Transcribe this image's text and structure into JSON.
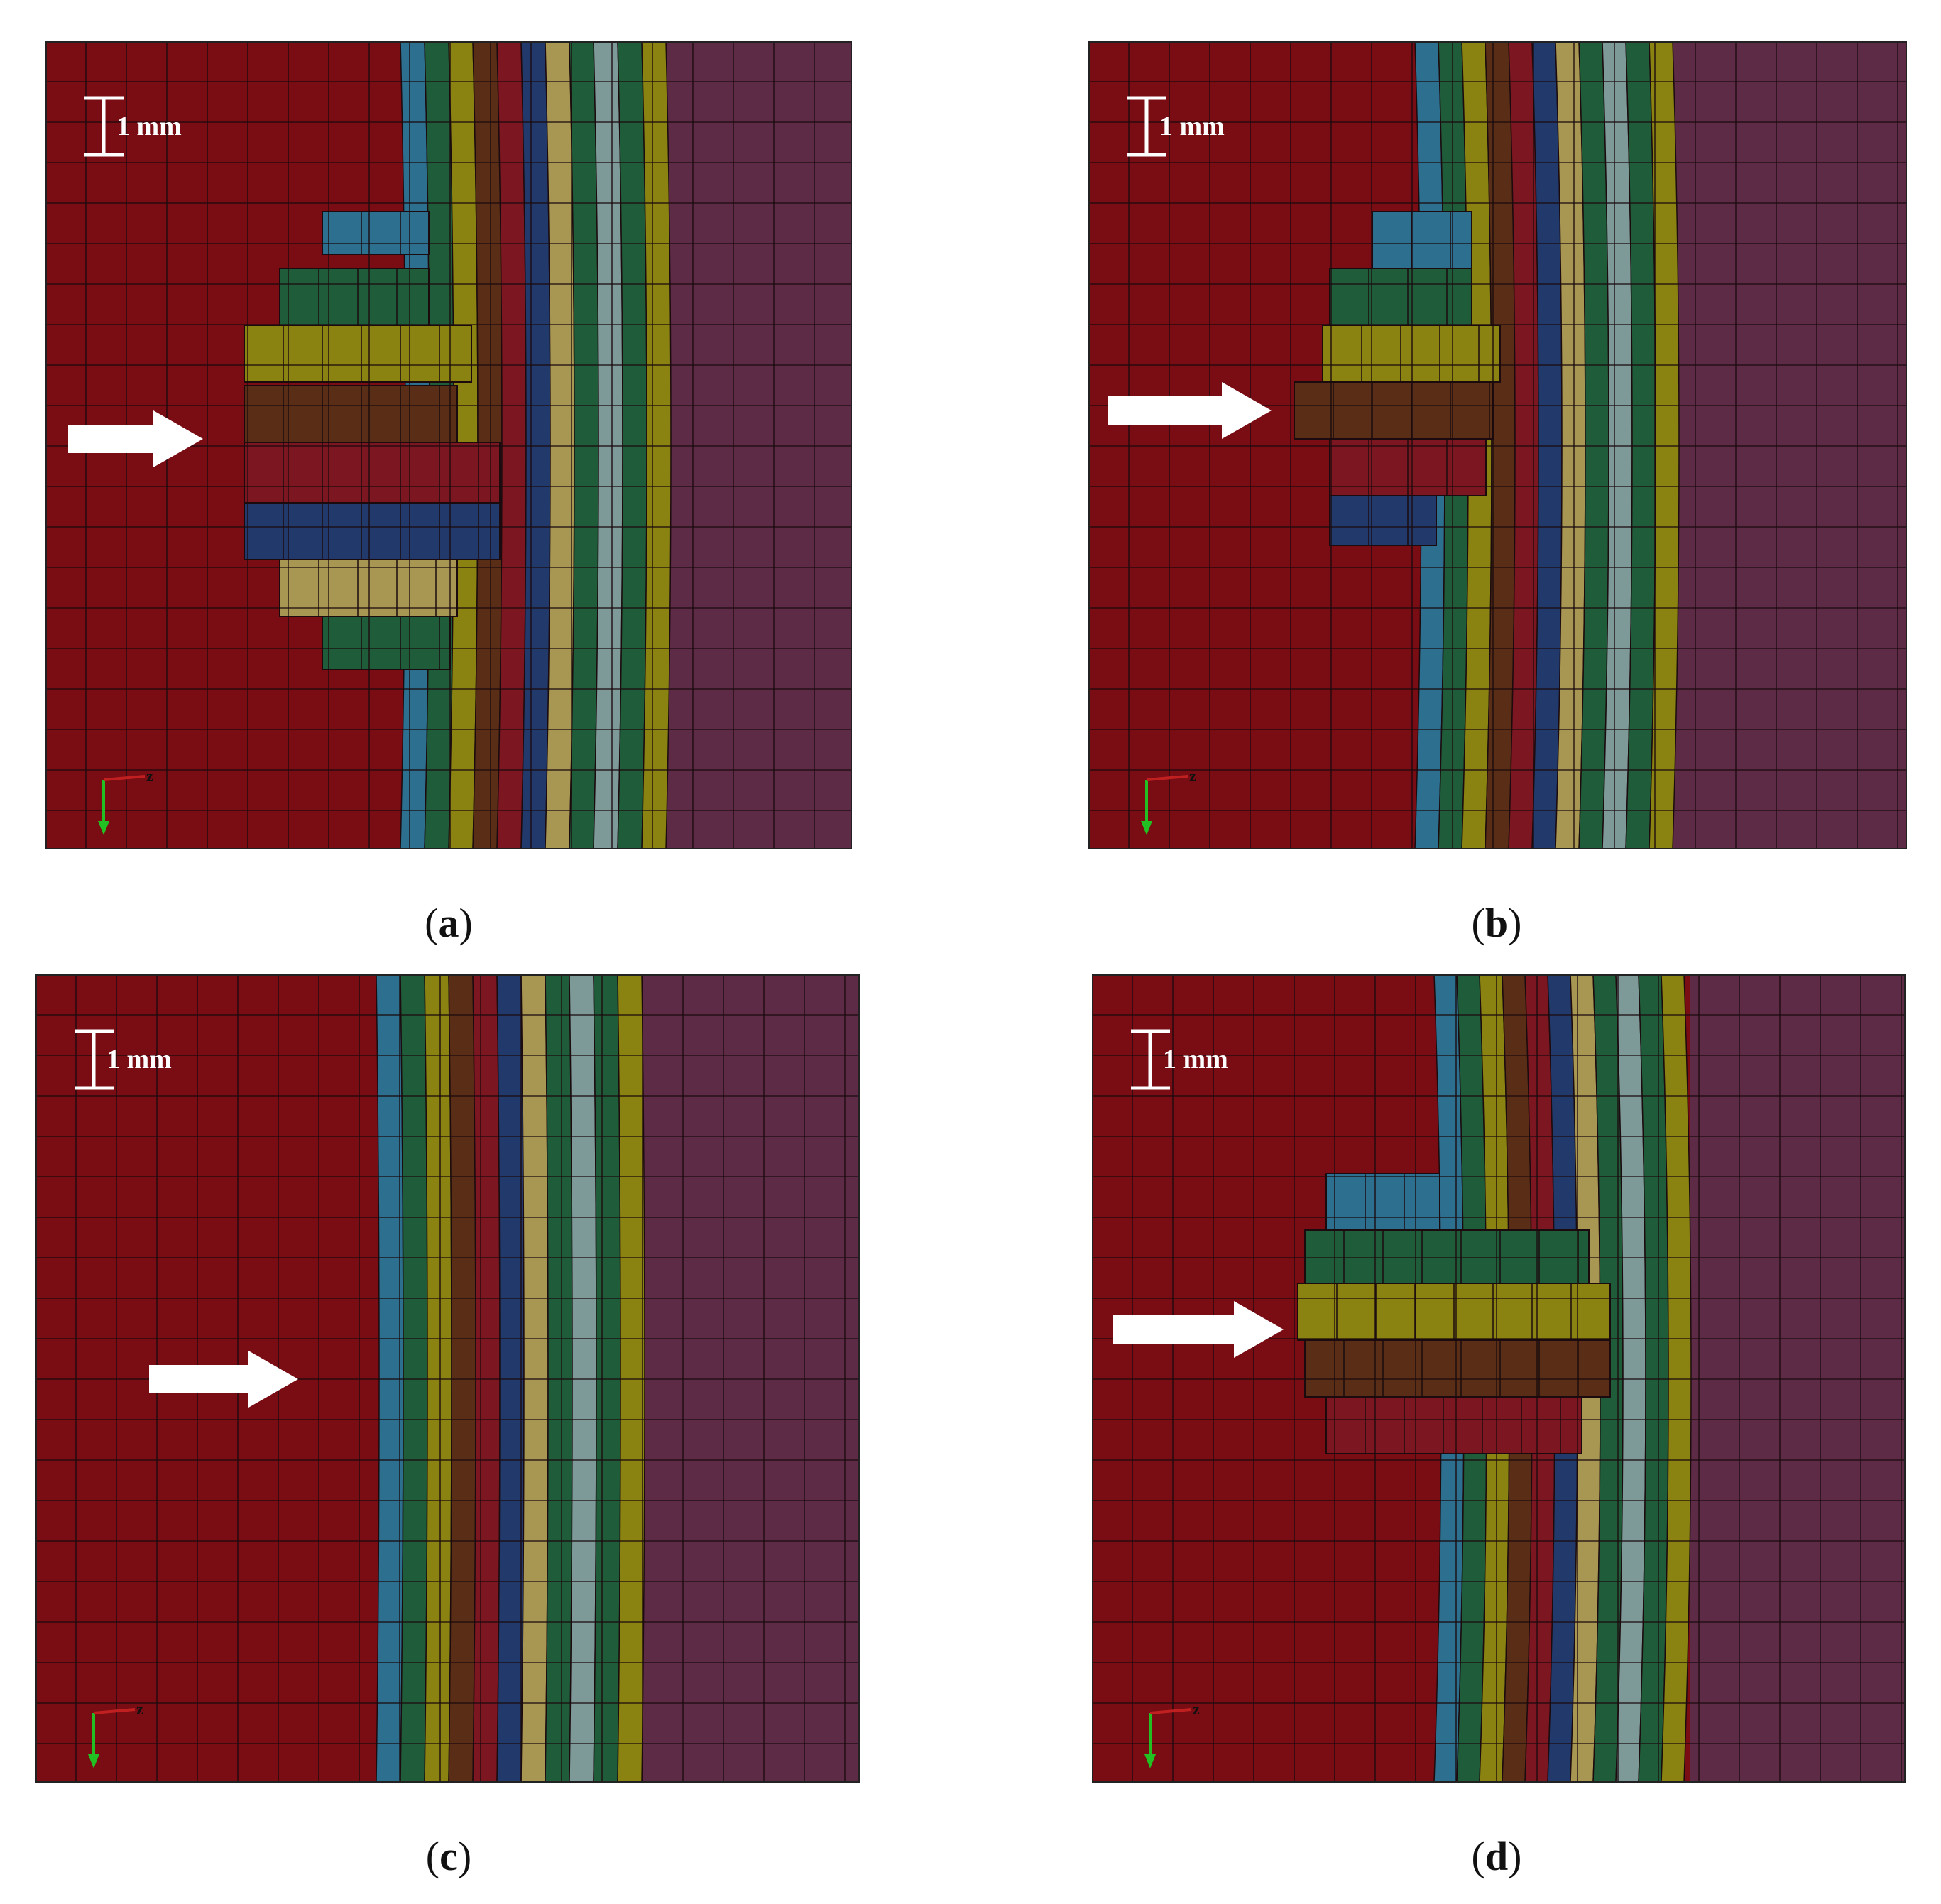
{
  "figure": {
    "panels": [
      {
        "id": "a",
        "caption": "a",
        "scale_label": "1 mm",
        "axis_label": "z",
        "damage": "wide-crater"
      },
      {
        "id": "b",
        "caption": "b",
        "scale_label": "1 mm",
        "axis_label": "z",
        "damage": "partial-penetration"
      },
      {
        "id": "c",
        "caption": "c",
        "scale_label": "1 mm",
        "axis_label": "z",
        "damage": "none"
      },
      {
        "id": "d",
        "caption": "d",
        "scale_label": "1 mm",
        "axis_label": "z",
        "damage": "deep-block"
      }
    ],
    "colors": {
      "target": "#7a0c14",
      "backing": "#5e2b47",
      "mesh": "#1b0b0e",
      "layers": [
        "#2d6f8e",
        "#1f5c3a",
        "#8a8312",
        "#5a2e16",
        "#7c1620",
        "#213a6b",
        "#a89752",
        "#1f5c3a",
        "#7d9a99",
        "#1f5c3a",
        "#8a8312"
      ]
    }
  }
}
